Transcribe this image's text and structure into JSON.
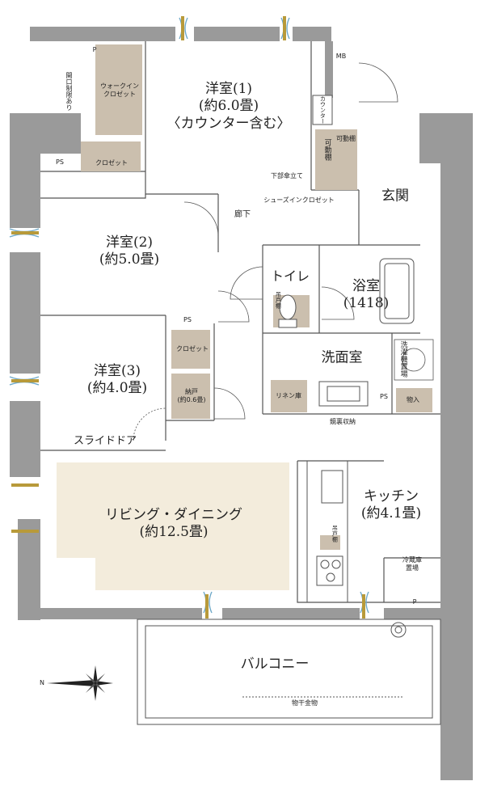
{
  "rooms": {
    "western1": {
      "name": "洋室(1)",
      "area": "(約6.0畳)",
      "note": "〈カウンター含む〉"
    },
    "western2": {
      "name": "洋室(2)",
      "area": "(約5.0畳)"
    },
    "western3": {
      "name": "洋室(3)",
      "area": "(約4.0畳)"
    },
    "living": {
      "name": "リビング・ダイニング",
      "area": "(約12.5畳)"
    },
    "kitchen": {
      "name": "キッチン",
      "area": "(約4.1畳)"
    },
    "entrance": {
      "name": "玄関"
    },
    "corridor": {
      "name": "廊下"
    },
    "toilet": {
      "name": "トイレ"
    },
    "bath": {
      "name": "浴室",
      "size": "(1418)"
    },
    "washroom": {
      "name": "洗面室"
    },
    "balcony": {
      "name": "バルコニー"
    }
  },
  "storage": {
    "walkin_a": "ウォークイン",
    "walkin_b": "クロゼット",
    "closet_w1": "クロゼット",
    "closet_w3": "クロゼット",
    "nando_a": "納戸",
    "nando_b": "(約0.6畳)",
    "linen": "リネン庫",
    "monoire": "物入",
    "counter": "カウンター",
    "shelf1": "可動棚",
    "shelf2": "可動棚",
    "umbrella": "下部傘立て",
    "shoes": "シューズインクロゼット",
    "hanging_toilet": "吊戸棚",
    "hanging_kitchen": "吊戸棚",
    "mirror": "鏡裏収納",
    "washer": "洗濯機置場",
    "fridge_a": "冷蔵庫",
    "fridge_b": "置場",
    "opening_limit": "開口制限あり",
    "drying": "物干金物"
  },
  "marks": {
    "ps1": "PS",
    "ps2": "PS",
    "ps3": "PS",
    "p1": "P",
    "p2": "P",
    "mb": "MB",
    "slide_door": "スライドドア",
    "compass_n": "N"
  },
  "colors": {
    "wall": "#9a9a9a",
    "storage": "#cbbfae",
    "living": "#f3ecdc",
    "line": "#555555",
    "vent_blue": "#6fa9c9",
    "vent_gold": "#b89a3a"
  }
}
